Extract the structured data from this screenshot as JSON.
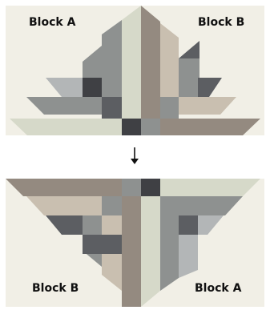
{
  "top_panel": {
    "label_left": "Block A",
    "label_right": "Block B"
  },
  "bottom_panel": {
    "label_left": "Block B",
    "label_right": "Block A"
  },
  "arrow_icon": "down-arrow",
  "colors": {
    "background": "#f1efe6",
    "light_sage": "#d6d9c9",
    "taupe": "#948a80",
    "beige": "#c9bfb0",
    "gray": "#8e9190",
    "light_gray": "#b3b6b7",
    "dark_gray": "#5c5e62",
    "charcoal": "#3f4044"
  }
}
